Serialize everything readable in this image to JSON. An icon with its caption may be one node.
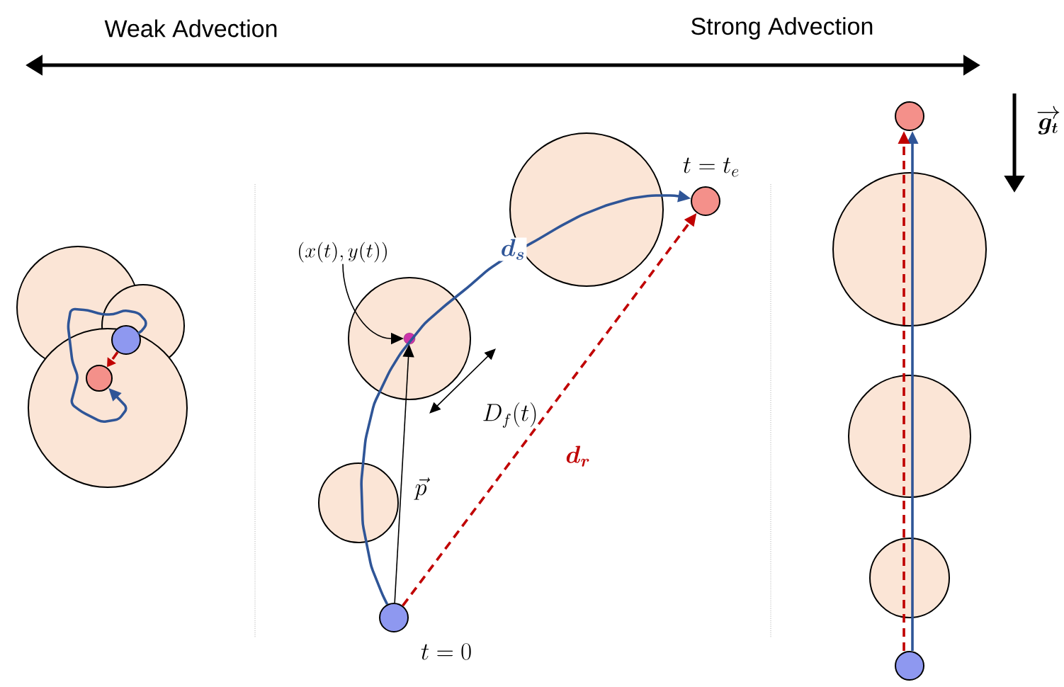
{
  "diagram": {
    "nodes": [
      {
        "text": [],
        "shape": "circle"
      },
      {
        "text": [],
        "shape": "circle"
      },
      {
        "text": [],
        "shape": "circle",
        "beside": [
          "t = 0"
        ]
      },
      {
        "text": [],
        "shape": "circle",
        "beside": [
          "t = t_e"
        ]
      },
      {
        "text": [],
        "shape": "circle"
      },
      {
        "text": [
          "(x(t),y(t))"
        ]
      },
      {
        "text": [],
        "shape": "circle"
      },
      {
        "text": [],
        "shape": "circle"
      }
    ],
    "edges": [
      {
        "from": 0,
        "to": 1,
        "arrow": "to",
        "color": "#2f5597"
      },
      {
        "from": 0,
        "to": 1,
        "arrow": "to",
        "style": "dashed",
        "color": "#c00000"
      },
      {
        "from": 2,
        "to": 3,
        "arrow": "to",
        "label": "\\boldsymbol{d_s}",
        "color": "#2f5597"
      },
      {
        "from": 2,
        "to": 3,
        "arrow": "to",
        "label": "\\boldsymbol{d_r}",
        "style": "dashed",
        "color": "#c00000"
      },
      {
        "from": 2,
        "to": 4,
        "arrow": "to",
        "label": "\\vec{p}",
        "color": "#000000"
      },
      {
        "from": 5,
        "to": 4,
        "arrow": "to",
        "color": "#000000"
      },
      {
        "from": 6,
        "to": 7,
        "arrow": "to",
        "color": "#2f5597"
      },
      {
        "from": 6,
        "to": 7,
        "arrow": "to",
        "style": "dashed",
        "color": "#c00000"
      }
    ],
    "labels": [
      "Weak Advection",
      "Strong Advection",
      "D_f(t)",
      "\\overrightarrow{\\boldsymbol{g_t}}"
    ]
  }
}
